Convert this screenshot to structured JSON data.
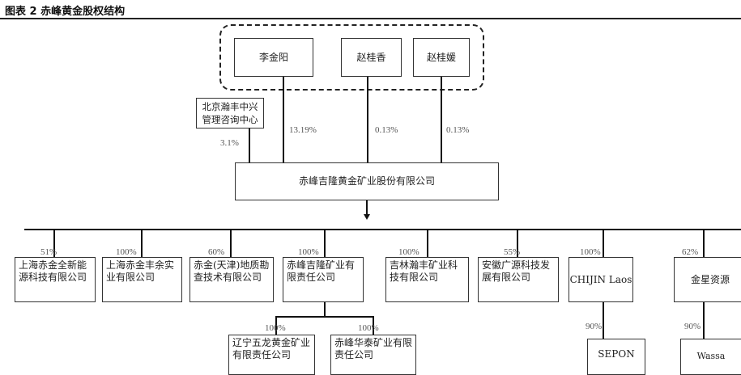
{
  "header": {
    "title": "图表 2 赤峰黄金股权结构"
  },
  "shareholders": {
    "li": "李金阳",
    "zhao1": "赵桂香",
    "zhao2": "赵桂媛",
    "beijing": "北京瀚丰中兴管理咨询中心"
  },
  "shareholder_pct": {
    "beijing": "3.1%",
    "li": "13.19%",
    "zhao1": "0.13%",
    "zhao2": "0.13%"
  },
  "company": {
    "name": "赤峰吉隆黄金矿业股份有限公司"
  },
  "subsidiaries": [
    {
      "name": "上海赤金全新能源科技有限公司",
      "pct": "51%"
    },
    {
      "name": "上海赤金丰余实业有限公司",
      "pct": "100%"
    },
    {
      "name": "赤金(天津)地质勘查技术有限公司",
      "pct": "60%"
    },
    {
      "name": "赤峰吉隆矿业有限责任公司",
      "pct": "100%"
    },
    {
      "name": "吉林瀚丰矿业科技有限公司",
      "pct": "100%"
    },
    {
      "name": "安徽广源科技发展有限公司",
      "pct": "55%"
    },
    {
      "name": "CHIJIN Laos",
      "pct": "100%"
    },
    {
      "name": "金星资源",
      "pct": "62%"
    }
  ],
  "second_level": [
    {
      "name": "辽宁五龙黄金矿业有限责任公司",
      "pct": "100%"
    },
    {
      "name": "赤峰华泰矿业有限责任公司",
      "pct": "100%"
    },
    {
      "name": "SEPON",
      "pct": "90%"
    },
    {
      "name": "Wassa",
      "pct": "90%"
    }
  ]
}
